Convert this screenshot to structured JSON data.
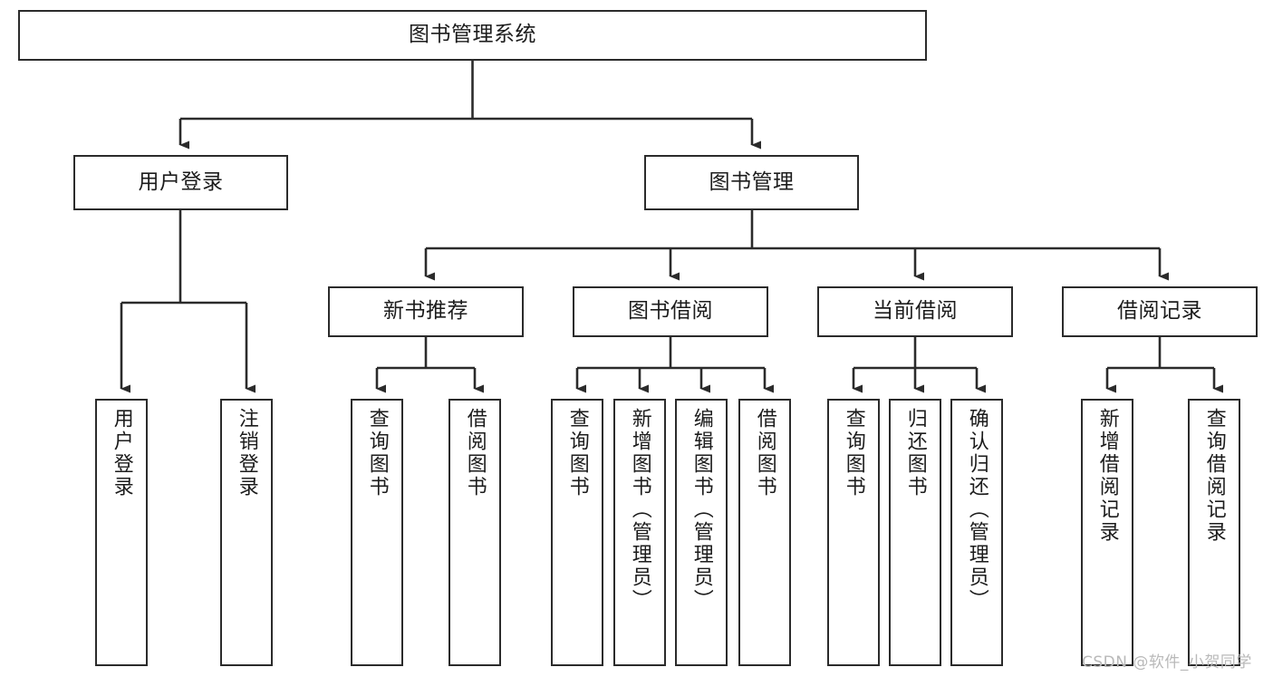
{
  "diagram": {
    "title": "图书管理系统",
    "type": "tree-hierarchy",
    "watermark": "CSDN @软件_小贺同学",
    "colors": {
      "box_border": "#2b2b2b",
      "box_fill": "#ffffff",
      "connector": "#2b2b2b",
      "text": "#1c1c1c",
      "watermark": "#b9b9b9",
      "background": "#ffffff"
    },
    "root": {
      "label": "图书管理系统"
    },
    "level2": [
      {
        "label": "用户登录"
      },
      {
        "label": "图书管理"
      }
    ],
    "level3": [
      {
        "label": "新书推荐"
      },
      {
        "label": "图书借阅"
      },
      {
        "label": "当前借阅"
      },
      {
        "label": "借阅记录"
      }
    ],
    "leaves": {
      "user_login": [
        {
          "label": "用户登录"
        },
        {
          "label": "注销登录"
        }
      ],
      "new_book": [
        {
          "label": "查询图书"
        },
        {
          "label": "借阅图书"
        }
      ],
      "book_borrow": [
        {
          "label": "查询图书"
        },
        {
          "label": "新增图书（管理员）"
        },
        {
          "label": "编辑图书（管理员）"
        },
        {
          "label": "借阅图书"
        }
      ],
      "current_borrow": [
        {
          "label": "查询图书"
        },
        {
          "label": "归还图书"
        },
        {
          "label": "确认归还（管理员）"
        }
      ],
      "borrow_record": [
        {
          "label": "新增借阅记录"
        },
        {
          "label": "查询借阅记录"
        }
      ]
    }
  }
}
